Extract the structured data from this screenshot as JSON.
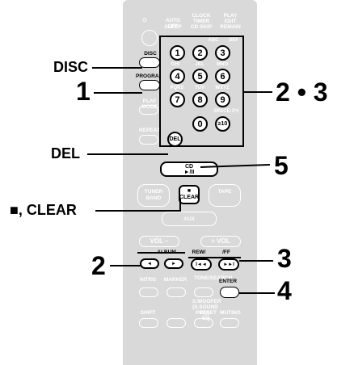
{
  "remote": {
    "top_labels": [
      "AUTO OFF",
      "SLEEP",
      "CLOCK",
      "TIMER",
      "CD SKIP",
      "PLAY",
      "EDIT",
      "REMAIN"
    ],
    "disc_label": "DISC",
    "program_label": "PROGRAM",
    "play_mode_label": "PLAY MODE",
    "repeat_label": "REPEAT",
    "del_label": "DEL",
    "keypad_letters": [
      "ABC",
      "DEF",
      "GHI",
      "JKL",
      "MNO",
      "PQRS",
      "TUV",
      "WXYZ",
      "SPACE:1*#"
    ],
    "keypad_numbers": [
      "1",
      "2",
      "3",
      "4",
      "5",
      "6",
      "7",
      "8",
      "9",
      "0",
      "≥10"
    ],
    "cd_label": "CD",
    "cd_play_label": "►/II",
    "tuner_label": "TUNER",
    "band_label": "BAND",
    "stop_label": "■",
    "clear_label": "CLEAR",
    "tape_label": "TAPE",
    "aux_label": "AUX",
    "vol_minus_label": "VOL –",
    "vol_plus_label": "+ VOL",
    "album_label": "ALBUM",
    "album_prev": "◄",
    "album_next": "►",
    "rew_label": "REW/",
    "ff_label": "/FF",
    "prev_label": "I◄◄",
    "next_label": "►►I",
    "intro_label": "INTRO",
    "marker_label": "MARKER",
    "tone_label": "TONE/SEARCH",
    "enter_label": "ENTER",
    "shift_label": "SHIFT",
    "swoofer_label": "S.WOOFER (S.SOUND EQ)",
    "preset_eq_label": "PRESET EQ",
    "muting_label": "MUTING"
  },
  "callouts": {
    "disc": "DISC",
    "one": "1",
    "del": "DEL",
    "clear": "■, CLEAR",
    "two_left": "2",
    "two_three": "2 • 3",
    "five": "5",
    "three": "3",
    "four": "4"
  }
}
